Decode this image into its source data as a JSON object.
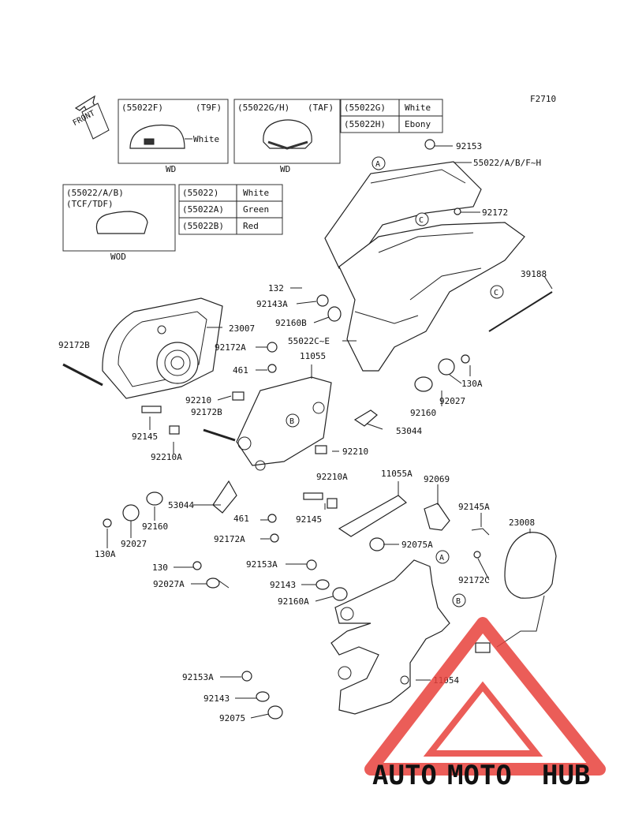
{
  "figure_id": "F2710",
  "front_label": "FRONT",
  "variant_boxes": [
    {
      "code": "(55022F)",
      "tag": "(T9F)",
      "note": "White",
      "caption": "WD"
    },
    {
      "code": "(55022G/H)",
      "tag": "(TAF)",
      "caption": "WD"
    },
    {
      "code": "(55022/A/B)",
      "tag": "(TCF/TDF)",
      "caption": "WOD"
    }
  ],
  "color_tables": [
    {
      "rows": [
        {
          "code": "(55022G)",
          "color": "White"
        },
        {
          "code": "(55022H)",
          "color": "Ebony"
        }
      ]
    },
    {
      "rows": [
        {
          "code": "(55022)",
          "color": "White"
        },
        {
          "code": "(55022A)",
          "color": "Green"
        },
        {
          "code": "(55022B)",
          "color": "Red"
        }
      ]
    }
  ],
  "callout_letters": [
    "A",
    "B",
    "C"
  ],
  "part_numbers": [
    "92153",
    "55022/A/B/F~H",
    "92172",
    "39188",
    "132",
    "92143A",
    "92160B",
    "55022C~E",
    "23007",
    "92172B",
    "92172A",
    "461",
    "11055",
    "92210",
    "92172B",
    "92145",
    "92210A",
    "53044",
    "130A",
    "92027",
    "92160",
    "92210",
    "53044",
    "461",
    "92172A",
    "92160",
    "92027",
    "130A",
    "92210A",
    "11055A",
    "92069",
    "92145",
    "92075A",
    "92145A",
    "23008",
    "130",
    "92153A",
    "92027A",
    "92143",
    "92160A",
    "92172C",
    "11054",
    "92153A",
    "92143",
    "92075"
  ],
  "watermark": {
    "auto": "AUTO",
    "moto": "MOTO",
    "hub": "HUB",
    "color_orange": "#f5a623",
    "color_red": "#e8413c",
    "color_gray": "#555555"
  }
}
